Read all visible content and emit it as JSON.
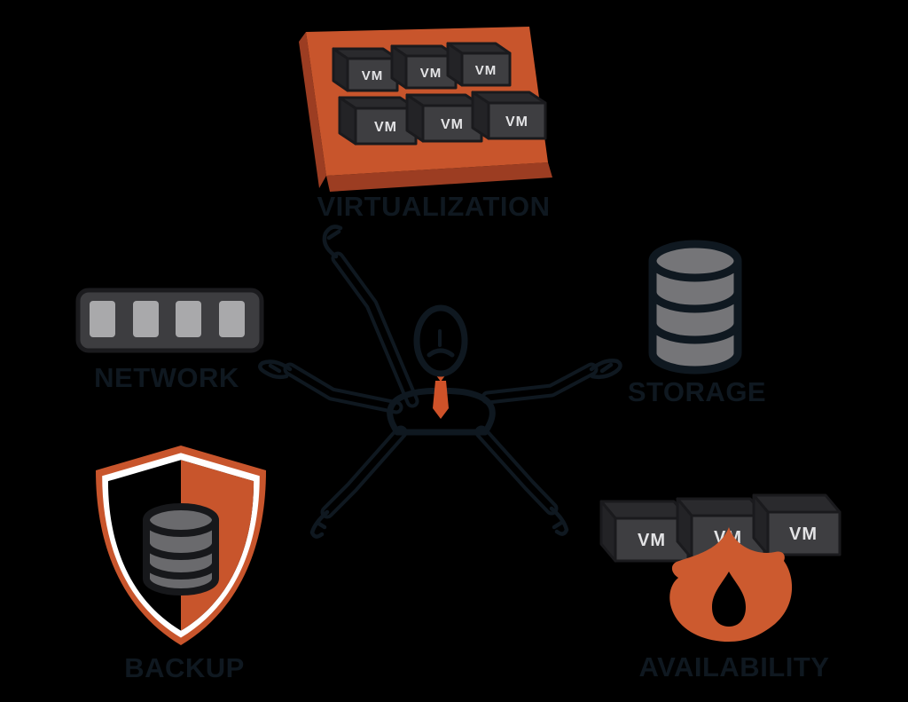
{
  "labels": {
    "virtualization": "VIRTUALIZATION",
    "network": "NETWORK",
    "storage": "STORAGE",
    "backup": "BACKUP",
    "availability": "AVAILABILITY",
    "vm": "VM"
  },
  "diagram": {
    "center_figure": "multi-armed administrator with orange tie and worried face",
    "nodes": [
      "VIRTUALIZATION",
      "NETWORK",
      "STORAGE",
      "BACKUP",
      "AVAILABILITY"
    ],
    "virtualization_vm_count": 6,
    "availability_vm_count": 3
  },
  "colors": {
    "background": "#000000",
    "orange": "#C8552C",
    "orange_dark": "#9C3D22",
    "flame_orange": "#CC5A2F",
    "tie_orange": "#CF5229",
    "cube_front": "#3E3E41",
    "cube_top": "#2A2A2D",
    "cube_side": "#232326",
    "cube_outline": "#1A1A1D",
    "cylinder_gray": "#757578",
    "cylinder_gray_small": "#6A6A6D",
    "port_gray": "#A9A9AB",
    "switch_body": "#3D3D40",
    "ink": "#0F1820",
    "white": "#FFFFFF",
    "vm_text": "#E3E3E5"
  }
}
